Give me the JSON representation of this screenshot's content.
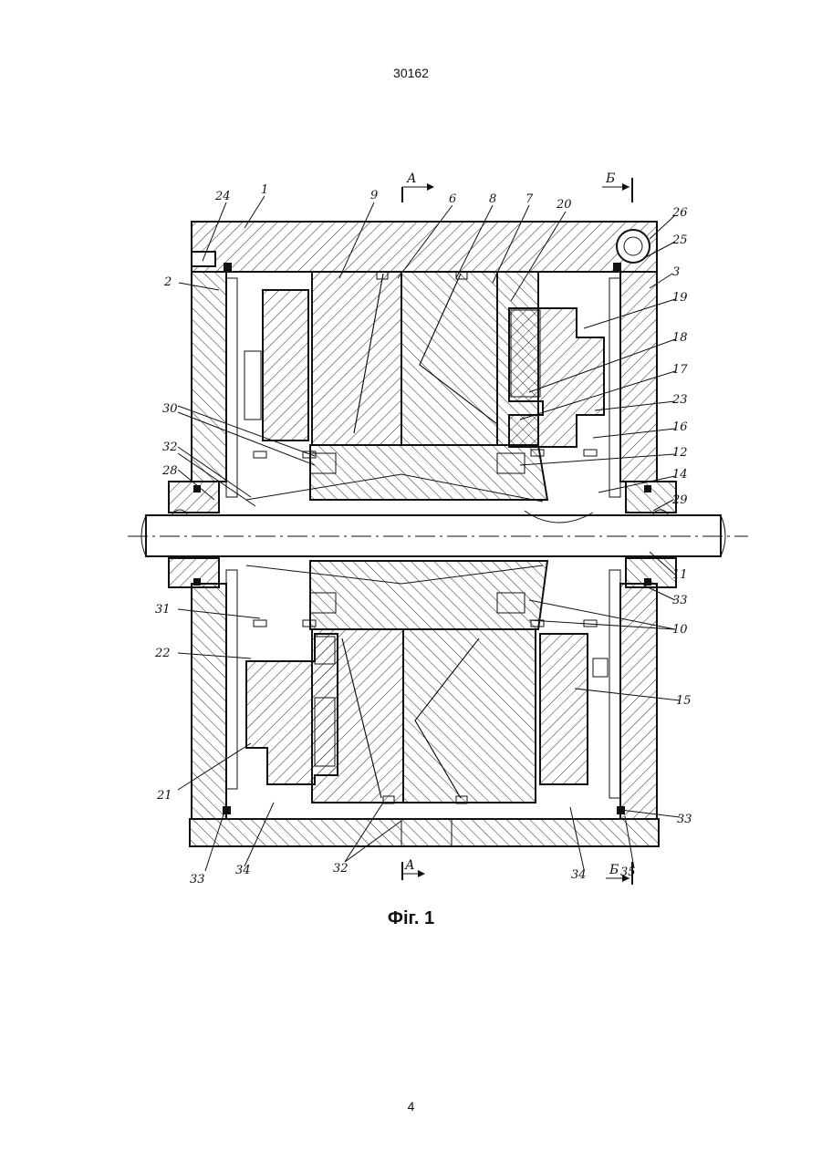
{
  "header": {
    "doc_number": "30162"
  },
  "figure": {
    "caption": "Фіг. 1",
    "section_marks": {
      "a": "А",
      "b": "Б"
    },
    "callouts": {
      "n1": "1",
      "n2": "2",
      "n3": "3",
      "n6": "6",
      "n7": "7",
      "n8": "8",
      "n9": "9",
      "n10": "10",
      "n11": "11",
      "n12": "12",
      "n14": "14",
      "n15": "15",
      "n16": "16",
      "n17": "17",
      "n18": "18",
      "n19": "19",
      "n20": "20",
      "n21": "21",
      "n22": "22",
      "n23": "23",
      "n24": "24",
      "n25": "25",
      "n26": "26",
      "n28": "28",
      "n29": "29",
      "n30": "30",
      "n31": "31",
      "n32": "32",
      "n33": "33",
      "n34": "34",
      "n35": "35"
    }
  },
  "footer": {
    "page_number": "4"
  }
}
